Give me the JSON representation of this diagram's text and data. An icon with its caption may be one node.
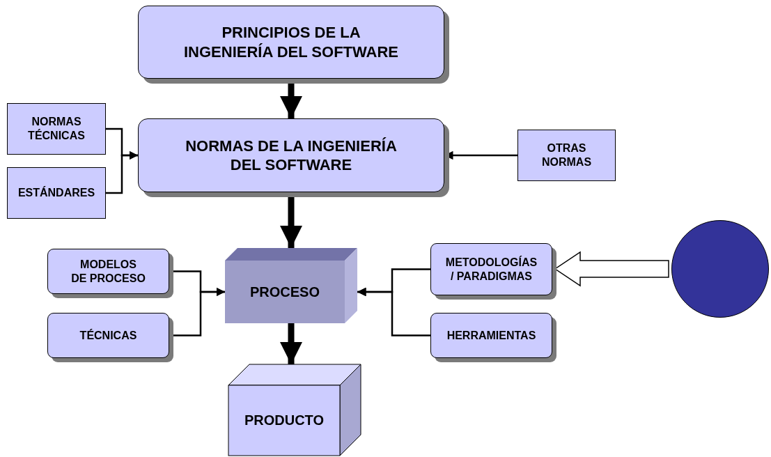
{
  "diagram": {
    "nodes": [
      {
        "text": [
          "PRINCIPIOS DE LA INGENIERÍA DEL SOFTWARE"
        ]
      },
      {
        "text": [
          "NORMAS TÉCNICAS"
        ]
      },
      {
        "text": [
          "ESTÁNDARES"
        ]
      },
      {
        "text": [
          "NORMAS DE LA INGENIERÍA DEL SOFTWARE"
        ]
      },
      {
        "text": [
          "OTRAS NORMAS"
        ]
      },
      {
        "text": [
          "MODELOS DE PROCESO"
        ]
      },
      {
        "text": [
          "TÉCNICAS"
        ]
      },
      {
        "text": [
          "PROCESO"
        ]
      },
      {
        "text": [
          "METODOLOGÍAS / PARADIGMAS"
        ]
      },
      {
        "text": [
          "HERRAMIENTAS"
        ]
      },
      {
        "text": [],
        "shape": "circle"
      },
      {
        "text": [
          "PRODUCTO"
        ]
      }
    ],
    "edges": [
      {
        "from": 0,
        "to": 3,
        "arrow": "to",
        "style": "thick"
      },
      {
        "from": 1,
        "to": 3,
        "arrow": "to"
      },
      {
        "from": 2,
        "to": 3,
        "arrow": "to"
      },
      {
        "from": 4,
        "to": 3,
        "arrow": "to"
      },
      {
        "from": 3,
        "to": 7,
        "arrow": "to",
        "style": "thick"
      },
      {
        "from": 5,
        "to": 7,
        "arrow": "to"
      },
      {
        "from": 6,
        "to": 7,
        "arrow": "to"
      },
      {
        "from": 8,
        "to": 7,
        "arrow": "to"
      },
      {
        "from": 9,
        "to": 7,
        "arrow": "to"
      },
      {
        "from": 10,
        "to": 8,
        "arrow": "to",
        "style": "thick"
      },
      {
        "from": 7,
        "to": 11,
        "arrow": "to",
        "style": "thick"
      }
    ]
  }
}
